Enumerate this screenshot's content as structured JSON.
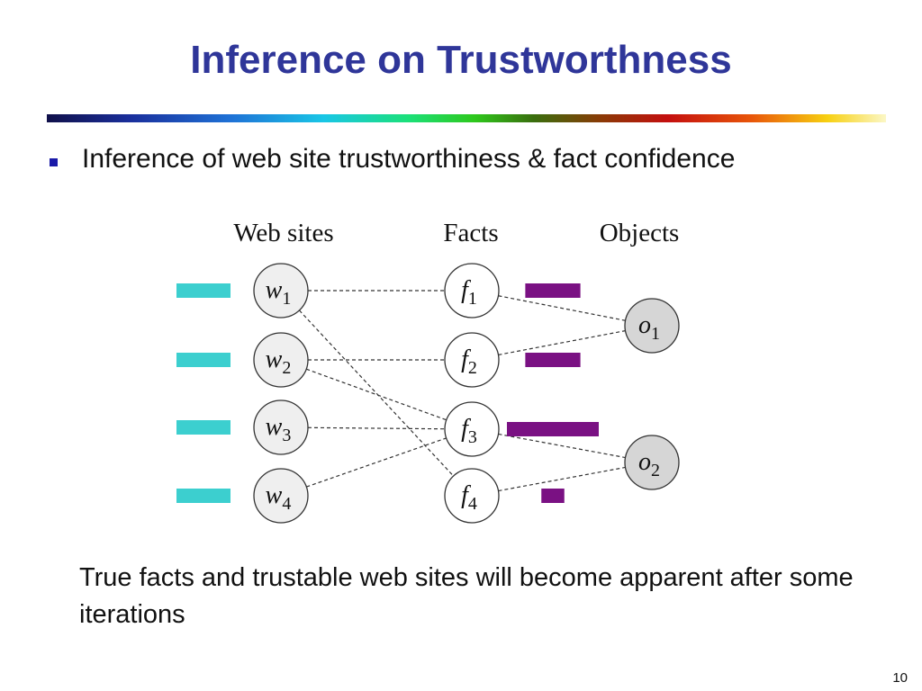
{
  "slide": {
    "title": "Inference on Trustworthness",
    "bullet": "Inference of web site trustworthiness & fact confidence",
    "conclusion": "True facts and trustable web sites will become apparent after some iterations",
    "page_number": "10"
  },
  "diagram": {
    "headers": {
      "websites": "Web sites",
      "facts": "Facts",
      "objects": "Objects"
    },
    "websites": [
      {
        "base": "w",
        "sub": "1"
      },
      {
        "base": "w",
        "sub": "2"
      },
      {
        "base": "w",
        "sub": "3"
      },
      {
        "base": "w",
        "sub": "4"
      }
    ],
    "facts": [
      {
        "base": "f",
        "sub": "1"
      },
      {
        "base": "f",
        "sub": "2"
      },
      {
        "base": "f",
        "sub": "3"
      },
      {
        "base": "f",
        "sub": "4"
      }
    ],
    "objects": [
      {
        "base": "o",
        "sub": "1"
      },
      {
        "base": "o",
        "sub": "2"
      }
    ],
    "links": {
      "website_fact": [
        [
          "w1",
          "f1"
        ],
        [
          "w1",
          "f4"
        ],
        [
          "w2",
          "f2"
        ],
        [
          "w2",
          "f3"
        ],
        [
          "w3",
          "f3"
        ],
        [
          "w4",
          "f3"
        ]
      ],
      "fact_object": [
        [
          "f1",
          "o1"
        ],
        [
          "f2",
          "o1"
        ],
        [
          "f3",
          "o2"
        ],
        [
          "f4",
          "o2"
        ]
      ]
    },
    "website_trust_relative": [
      1,
      1,
      1,
      1
    ],
    "fact_confidence_relative": [
      0.6,
      0.6,
      1.0,
      0.25
    ],
    "colors": {
      "trust_bar": "#3ccfcf",
      "confidence_bar": "#7a1183",
      "website_node_fill": "#efefef",
      "fact_node_fill": "#ffffff",
      "object_node_fill": "#d6d6d6"
    }
  }
}
